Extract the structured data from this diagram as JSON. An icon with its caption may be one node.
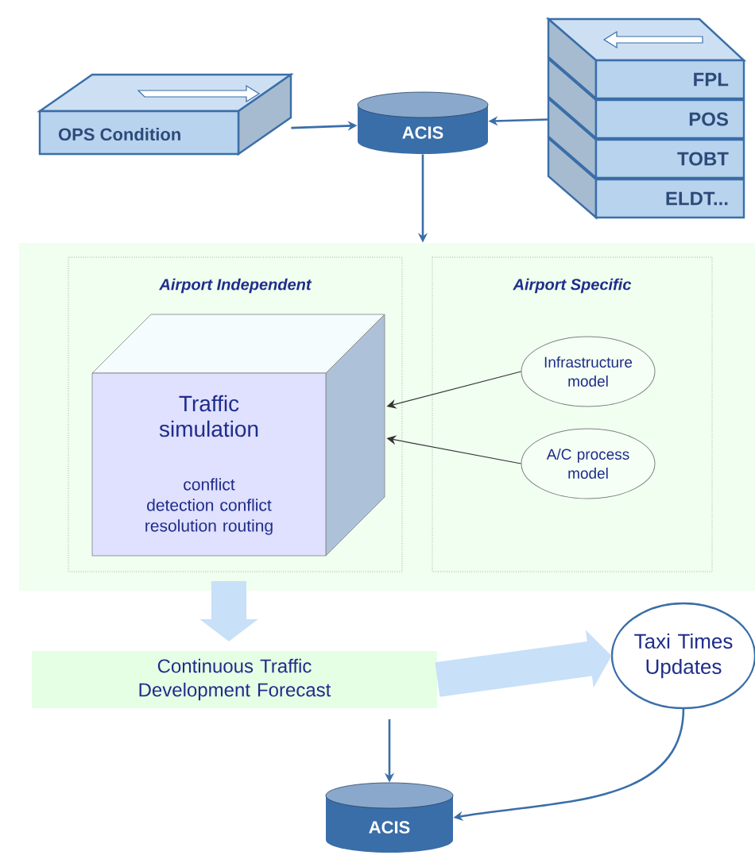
{
  "diagram": {
    "nodes": [
      {
        "text": [
          "OPS Condition"
        ]
      },
      {
        "text": [
          "ACIS"
        ]
      },
      {
        "text": [
          "FPL",
          "POS",
          "TOBT",
          "ELDT..."
        ]
      },
      {
        "text": [],
        "shape": "box"
      },
      {
        "text": [
          "Airport Independent"
        ],
        "in": 3
      },
      {
        "text": [
          "Airport Specific"
        ],
        "in": 3
      },
      {
        "text": [
          "Traffic simulation",
          "conflict detection conflict resolution routing"
        ],
        "in": 4
      },
      {
        "text": [
          "Infrastructure model"
        ],
        "in": 5
      },
      {
        "text": [
          "A/C process model"
        ],
        "in": 5
      },
      {
        "text": [
          "Continuous Traffic Development Forecast"
        ]
      },
      {
        "text": [
          "Taxi Times Updates"
        ]
      },
      {
        "text": [
          "ACIS"
        ]
      }
    ],
    "edges": [
      {
        "from": 0,
        "to": 1,
        "arrow": "to"
      },
      {
        "from": 2,
        "to": 1,
        "arrow": "to"
      },
      {
        "from": 1,
        "to": 3,
        "arrow": "to"
      },
      {
        "from": 7,
        "to": 6,
        "arrow": "to",
        "color": "#333333"
      },
      {
        "from": 8,
        "to": 6,
        "arrow": "to",
        "color": "#333333"
      },
      {
        "from": 3,
        "to": 9,
        "arrow": "to",
        "style": "thick",
        "color": "#c8e0f8"
      },
      {
        "from": 9,
        "to": 10,
        "arrow": "to",
        "style": "thick",
        "color": "#c8e0f8"
      },
      {
        "from": 9,
        "to": 11,
        "arrow": "to"
      },
      {
        "from": 10,
        "to": 11,
        "arrow": "to"
      }
    ]
  }
}
